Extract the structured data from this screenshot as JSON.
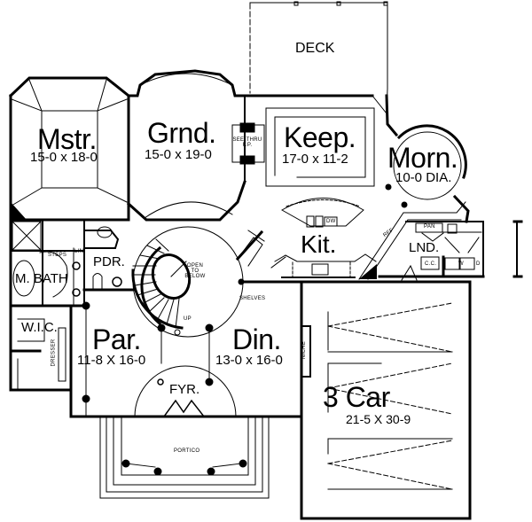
{
  "plan": {
    "title": "Main Floor Plan",
    "rooms": [
      {
        "id": "deck",
        "name": "DECK",
        "size": ""
      },
      {
        "id": "master",
        "name": "Mstr.",
        "size": "15-0 x 18-0"
      },
      {
        "id": "great",
        "name": "Grnd.",
        "size": "15-0 x 19-0"
      },
      {
        "id": "keeping",
        "name": "Keep.",
        "size": "17-0 x 11-2"
      },
      {
        "id": "morning",
        "name": "Morn.",
        "size": "10-0 DIA."
      },
      {
        "id": "kitchen",
        "name": "Kit.",
        "size": ""
      },
      {
        "id": "laundry",
        "name": "LND.",
        "size": ""
      },
      {
        "id": "powder",
        "name": "PDR.",
        "size": ""
      },
      {
        "id": "master-bath",
        "name": "M. BATH",
        "size": ""
      },
      {
        "id": "walk-in-closet",
        "name": "W.I.C.",
        "size": ""
      },
      {
        "id": "parlor",
        "name": "Par.",
        "size": "11-8 X 16-0"
      },
      {
        "id": "dining",
        "name": "Din.",
        "size": "13-0 x 16-0"
      },
      {
        "id": "foyer",
        "name": "FYR.",
        "size": ""
      },
      {
        "id": "garage",
        "name": "3 Car",
        "size": "21-5 X 30-9"
      },
      {
        "id": "portico",
        "name": "PORTICO",
        "size": ""
      }
    ],
    "annotations": {
      "fireplace": "SEE-THRU F.P.",
      "stair_open": "OPEN TO BELOW",
      "stair_up": "UP",
      "shelves": "SHELVES",
      "steps": "STEPS",
      "linen": "LIN",
      "dresser": "DRESSER",
      "niche": "NICHE",
      "dishwasher": "DW",
      "refrigerator": "RFF",
      "pantry": "PAN",
      "coat_closet": "C.C.",
      "washer": "W",
      "dryer": "D"
    }
  }
}
